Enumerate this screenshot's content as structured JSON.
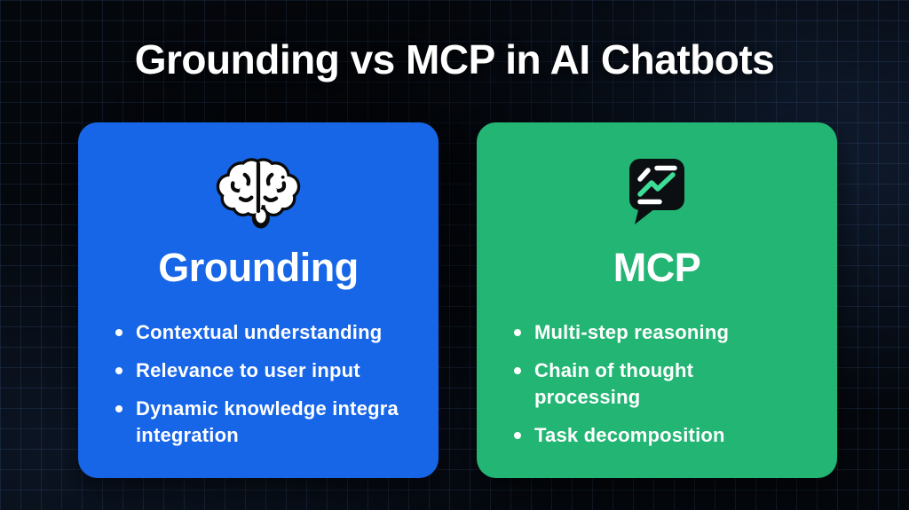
{
  "page": {
    "title": "Grounding vs MCP in AI Chatbots"
  },
  "colors": {
    "background": "#04070c",
    "grid_line": "#20304a",
    "card_blue": "#1766e8",
    "card_green": "#22b573",
    "icon_trend_green": "#3ddc97",
    "icon_ink": "#0c0f12",
    "text": "#ffffff"
  },
  "cards": [
    {
      "id": "grounding",
      "heading": "Grounding",
      "icon": "brain-icon",
      "color": "#1766e8",
      "bullets": [
        "Contextual understanding",
        "Relevance to user input",
        "Dynamic knowledge integra\nintegration"
      ]
    },
    {
      "id": "mcp",
      "heading": "MCP",
      "icon": "chat-trend-bubble-icon",
      "color": "#22b573",
      "bullets": [
        "Multi-step reasoning",
        "Chain of thought processing",
        "Task decomposition"
      ]
    }
  ]
}
